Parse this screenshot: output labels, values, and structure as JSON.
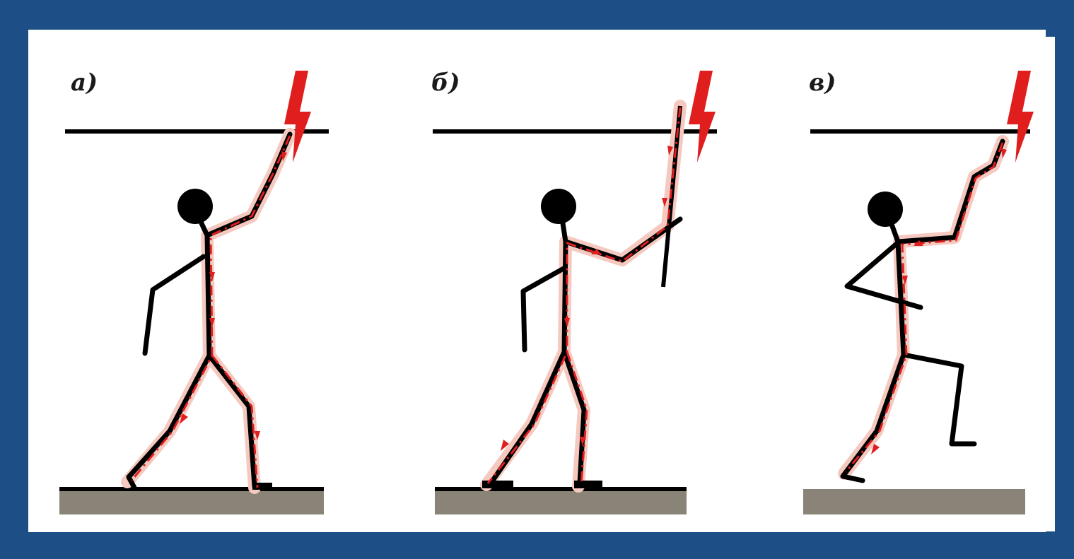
{
  "panels": [
    {
      "id": "a",
      "label": "a)"
    },
    {
      "id": "b",
      "label": "б)"
    },
    {
      "id": "c",
      "label": "в)"
    }
  ],
  "colors": {
    "frame": "#1d4e86",
    "background": "#ffffff",
    "figure": "#000000",
    "current_path": "#e02020",
    "current_halo": "#f6c9c0",
    "ground": "#8a8377"
  },
  "icons": [
    "lightning-icon",
    "person-figure",
    "ground-slab",
    "overhead-wire",
    "insulating-rod"
  ]
}
